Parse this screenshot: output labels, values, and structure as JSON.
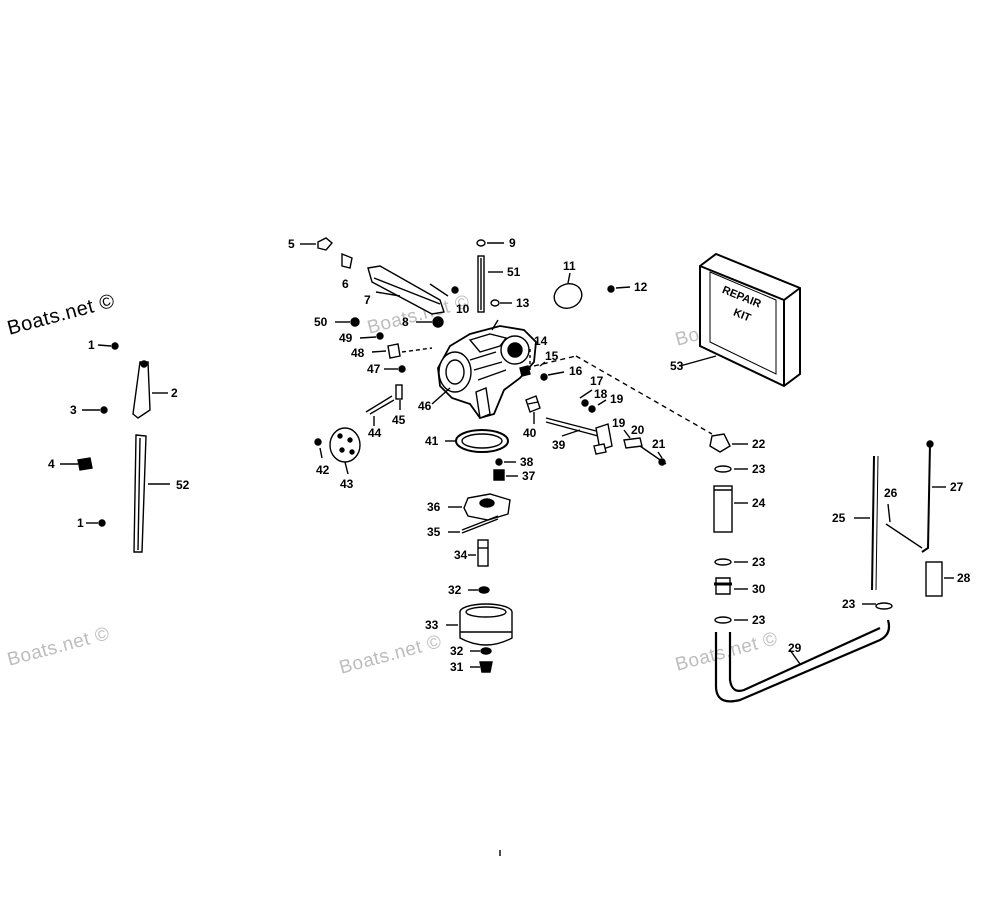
{
  "watermarks": {
    "brand_main": "Boats.net ©",
    "brand_faint": "Boats.net ©"
  },
  "repair_kit": {
    "line1": "REPAIR",
    "line2": "KIT"
  },
  "part_labels": {
    "p1a": "1",
    "p1b": "1",
    "p2": "2",
    "p3": "3",
    "p4": "4",
    "p5": "5",
    "p6": "6",
    "p7": "7",
    "p8": "8",
    "p9": "9",
    "p10": "10",
    "p11": "11",
    "p12": "12",
    "p13": "13",
    "p14": "14",
    "p15": "15",
    "p16": "16",
    "p17": "17",
    "p18": "18",
    "p19a": "19",
    "p19b": "19",
    "p20": "20",
    "p21": "21",
    "p22": "22",
    "p23a": "23",
    "p23b": "23",
    "p23c": "23",
    "p23d": "23",
    "p24": "24",
    "p25": "25",
    "p26": "26",
    "p27": "27",
    "p28": "28",
    "p29": "29",
    "p30": "30",
    "p31": "31",
    "p32a": "32",
    "p32b": "32",
    "p33": "33",
    "p34": "34",
    "p35": "35",
    "p36": "36",
    "p37": "37",
    "p38": "38",
    "p39": "39",
    "p40": "40",
    "p41": "41",
    "p42": "42",
    "p43": "43",
    "p44": "44",
    "p45": "45",
    "p46": "46",
    "p47": "47",
    "p48": "48",
    "p49": "49",
    "p50": "50",
    "p51": "51",
    "p52": "52",
    "p53": "53"
  }
}
